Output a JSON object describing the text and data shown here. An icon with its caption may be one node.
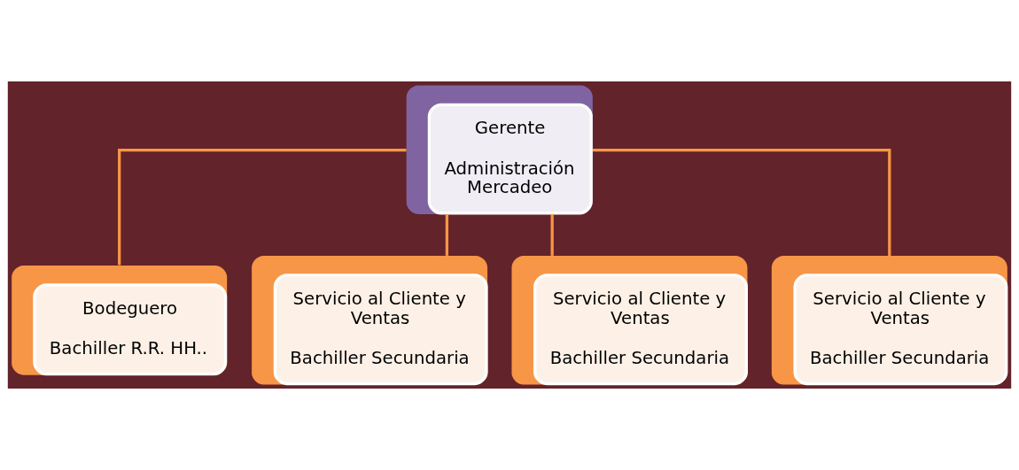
{
  "diagram": {
    "nodes": [
      {
        "text": [
          "Gerente",
          "Administración Mercadeo"
        ]
      },
      {
        "text": [
          "Bodeguero",
          "Bachiller R.R. HH.."
        ]
      },
      {
        "text": [
          "Servicio al Cliente y Ventas",
          "Bachiller Secundaria"
        ]
      },
      {
        "text": [
          "Servicio al Cliente y Ventas",
          "Bachiller Secundaria"
        ]
      },
      {
        "text": [
          "Servicio al Cliente y Ventas",
          "Bachiller Secundaria"
        ]
      }
    ],
    "edges": [
      {
        "from": 0,
        "to": 1,
        "arrow": "none"
      },
      {
        "from": 0,
        "to": 2,
        "arrow": "none"
      },
      {
        "from": 0,
        "to": 3,
        "arrow": "none"
      },
      {
        "from": 0,
        "to": 4,
        "arrow": "none"
      }
    ]
  }
}
